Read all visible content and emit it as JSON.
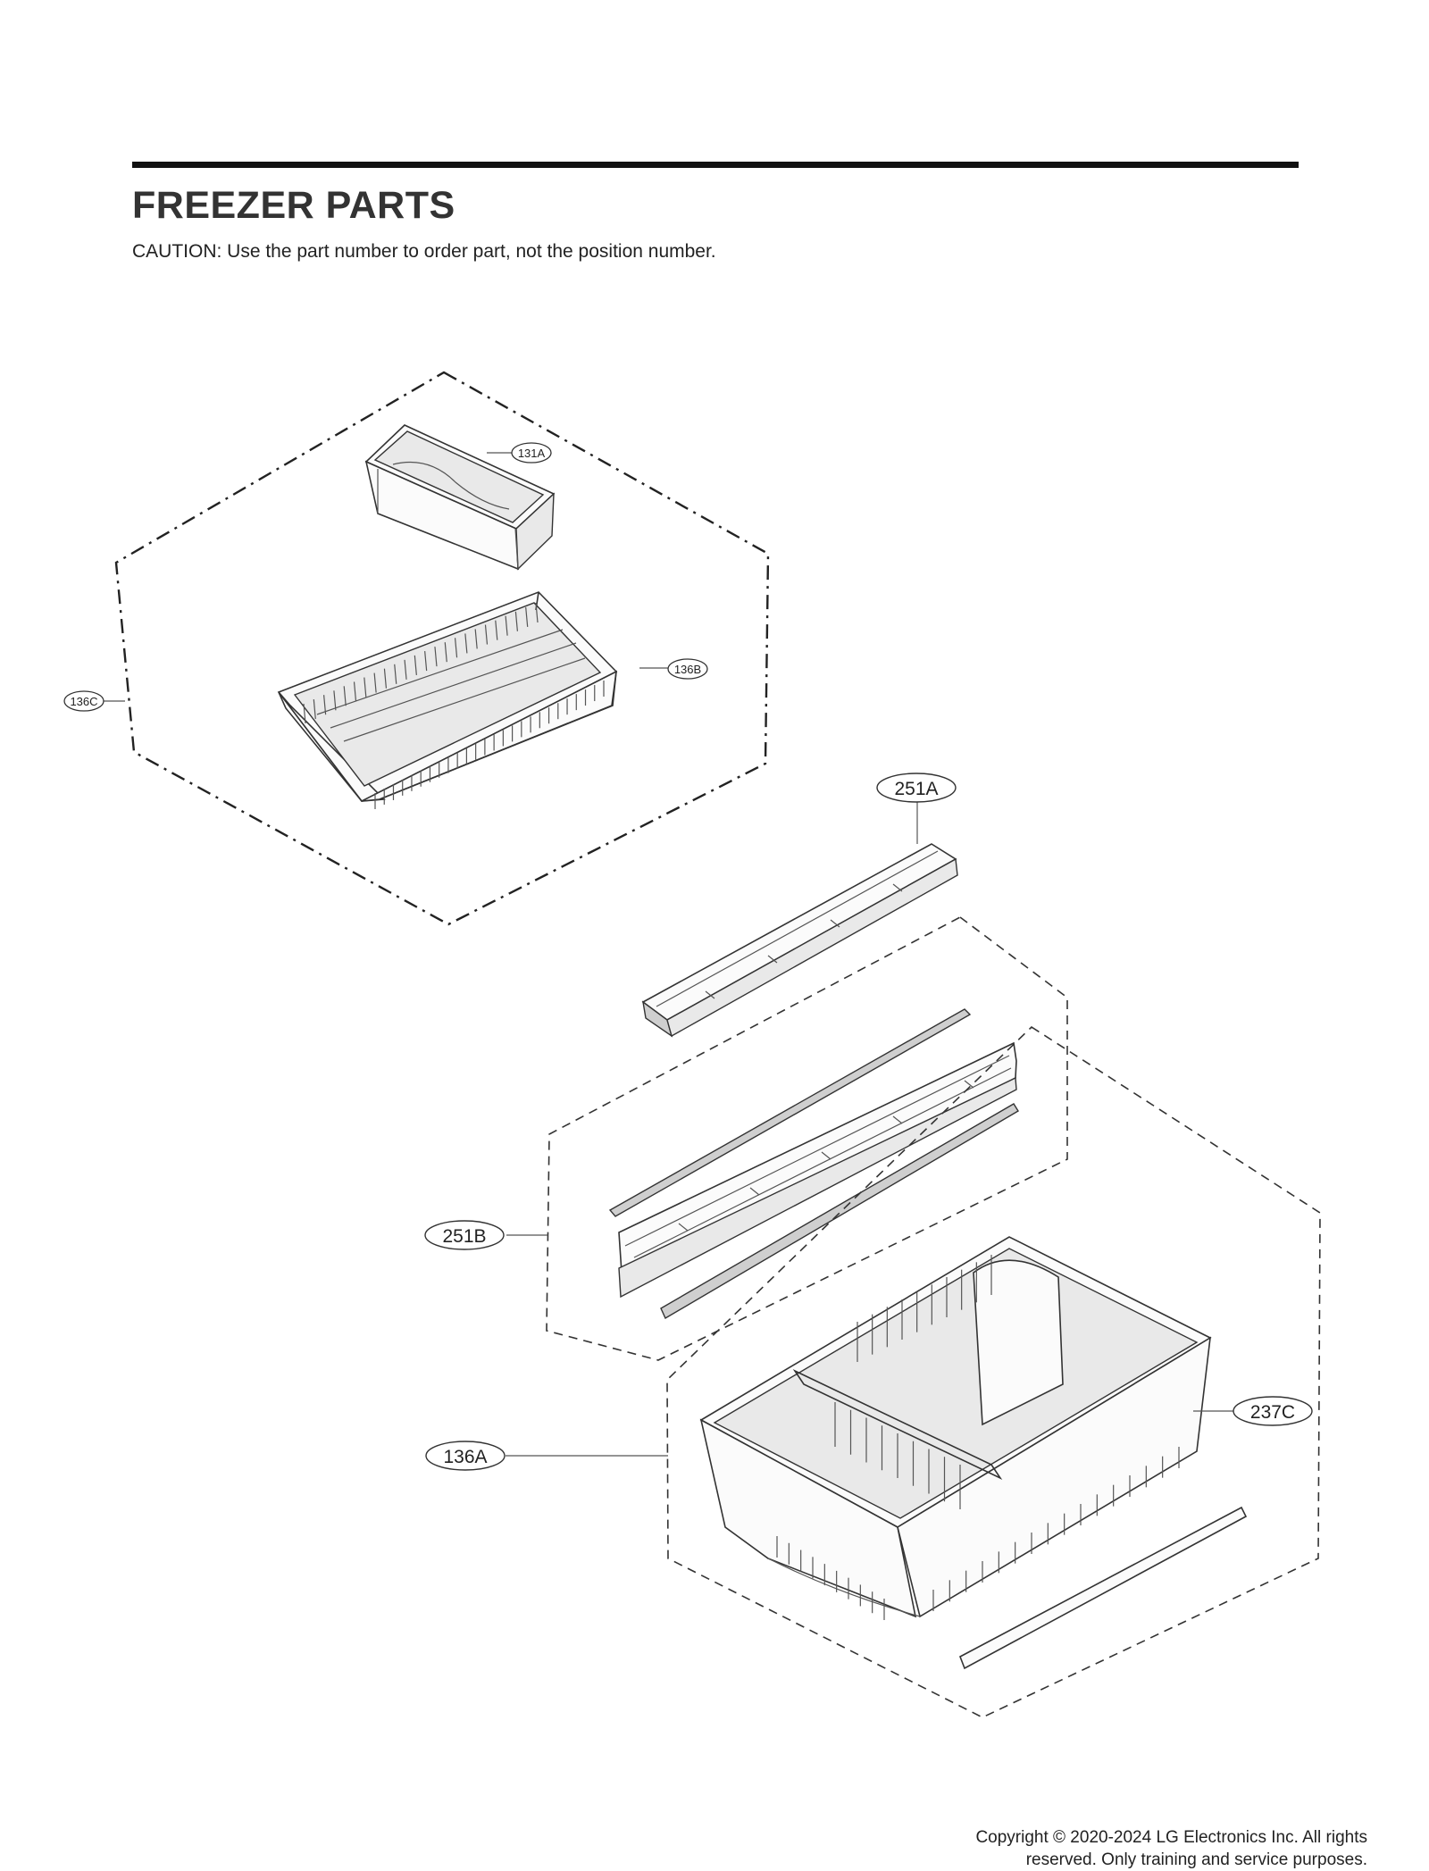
{
  "page": {
    "title": "FREEZER PARTS",
    "caution": "CAUTION: Use the part number to order part, not the position number.",
    "copyright_line1": "Copyright © 2020-2024 LG Electronics Inc. All rights",
    "copyright_line2": "reserved. Only training and service purposes."
  },
  "callouts": {
    "c131A": "131A",
    "c136B": "136B",
    "c136C": "136C",
    "c251A": "251A",
    "c251B": "251B",
    "c136A": "136A",
    "c237C": "237C"
  }
}
